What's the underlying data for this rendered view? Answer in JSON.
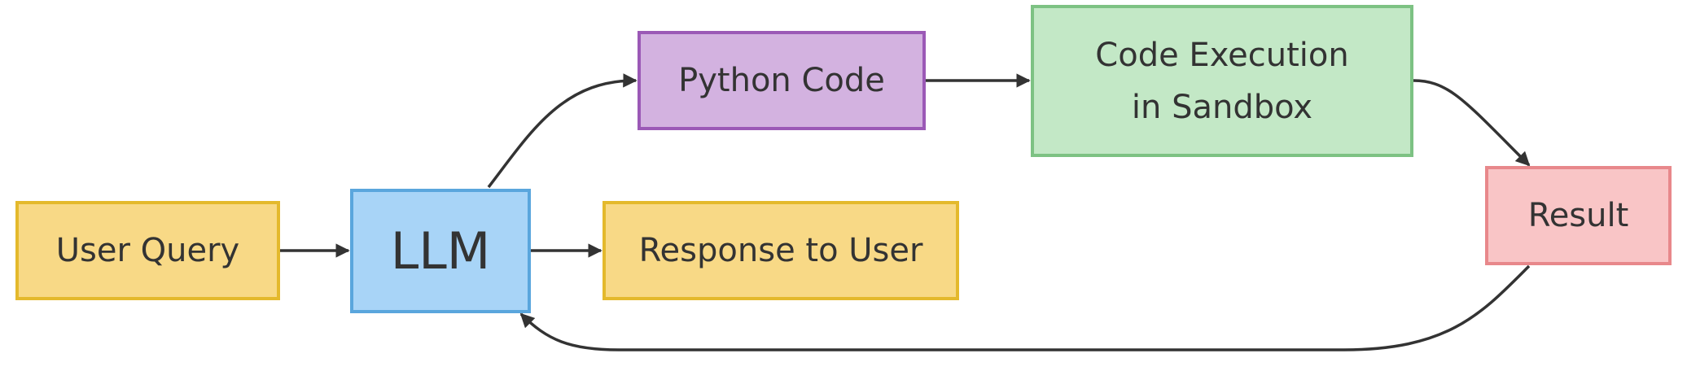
{
  "diagram": {
    "nodes": {
      "user_query": {
        "label": "User Query",
        "fill": "#f8d986",
        "border": "#e4b92c"
      },
      "llm": {
        "label": "LLM",
        "fill": "#a8d4f7",
        "border": "#5aa6dd"
      },
      "response": {
        "label": "Response to User",
        "fill": "#f8d986",
        "border": "#e4b92c"
      },
      "python_code": {
        "label": "Python Code",
        "fill": "#d3b2e0",
        "border": "#9b59b6"
      },
      "sandbox": {
        "label": "Code Execution\nin Sandbox",
        "fill": "#c3e8c6",
        "border": "#7dc283"
      },
      "result": {
        "label": "Result",
        "fill": "#f9c5c6",
        "border": "#e8888b"
      }
    },
    "edges": [
      {
        "from": "User Query",
        "to": "LLM"
      },
      {
        "from": "LLM",
        "to": "Python Code"
      },
      {
        "from": "LLM",
        "to": "Response to User"
      },
      {
        "from": "Python Code",
        "to": "Code Execution in Sandbox"
      },
      {
        "from": "Code Execution in Sandbox",
        "to": "Result"
      },
      {
        "from": "Result",
        "to": "LLM"
      }
    ],
    "edge_color": "#333333"
  }
}
